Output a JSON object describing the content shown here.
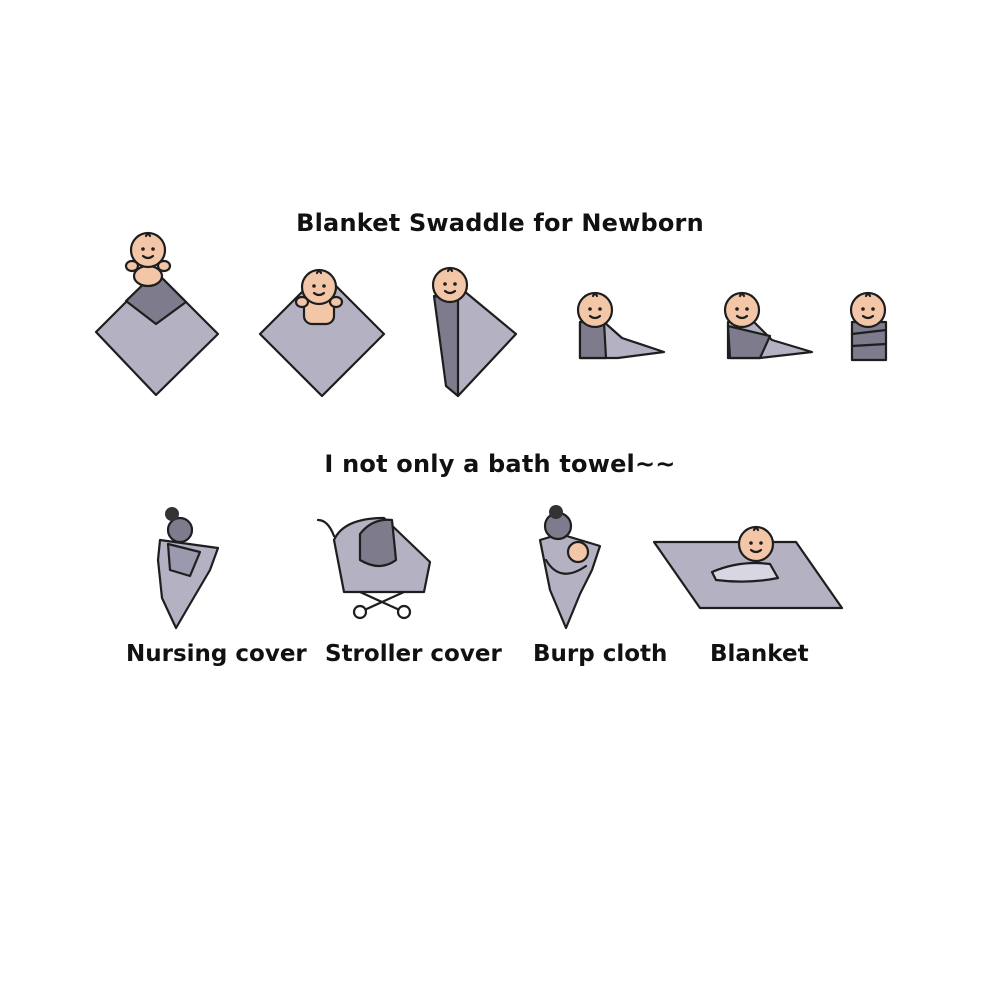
{
  "title": "Blanket Swaddle for Newborn",
  "subtitle": "I not only a bath towel~~",
  "colors": {
    "blanket_light": "#b3b1c2",
    "blanket_dark": "#7d7b8c",
    "skin": "#f4c6a8",
    "outline": "#1e1e1e"
  },
  "steps": [
    {
      "icon": "baby-above-blanket-icon"
    },
    {
      "icon": "baby-on-blanket-icon"
    },
    {
      "icon": "blanket-fold-one-side-icon"
    },
    {
      "icon": "blanket-fold-bottom-icon"
    },
    {
      "icon": "blanket-fold-other-side-icon"
    },
    {
      "icon": "swaddled-baby-icon"
    }
  ],
  "uses": [
    {
      "label": "Nursing cover",
      "icon": "nursing-cover-icon"
    },
    {
      "label": "Stroller cover",
      "icon": "stroller-cover-icon"
    },
    {
      "label": "Burp cloth",
      "icon": "burp-cloth-icon"
    },
    {
      "label": "Blanket",
      "icon": "blanket-icon"
    }
  ]
}
